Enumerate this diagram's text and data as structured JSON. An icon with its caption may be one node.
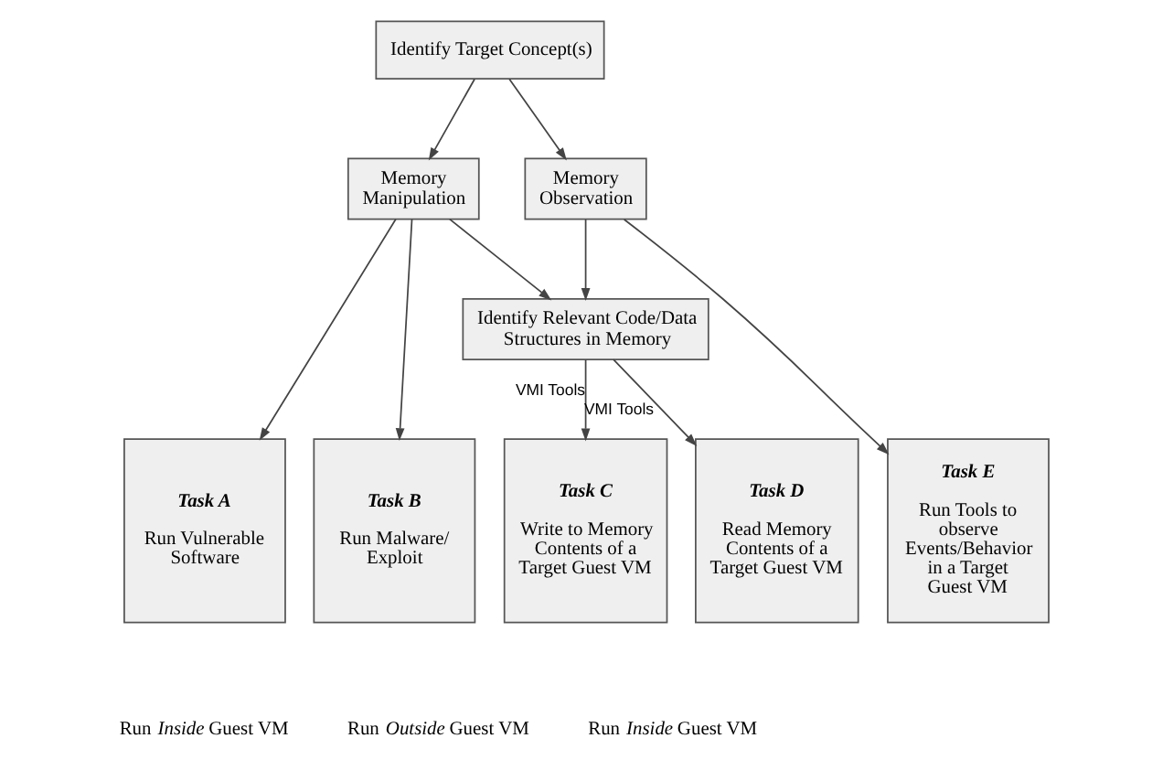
{
  "diagram": {
    "nodes": [
      {
        "text": [
          "Identify Target Concept(s)"
        ]
      },
      {
        "text": [
          "Memory Manipulation"
        ]
      },
      {
        "text": [
          "Memory Observation"
        ]
      },
      {
        "text": [
          "Identify Relevant Code/Data Structures in Memory"
        ]
      },
      {
        "text": [
          "Task A",
          "Run Vulnerable Software"
        ]
      },
      {
        "text": [
          "Task B",
          "Run Malware/ Exploit"
        ]
      },
      {
        "text": [
          "Task C",
          "Write to Memory Contents of a Target Guest VM"
        ]
      },
      {
        "text": [
          "Task D",
          "Read Memory Contents of a Target Guest VM"
        ]
      },
      {
        "text": [
          "Task E",
          "Run Tools to observe Events/Behavior in a Target Guest VM"
        ]
      }
    ],
    "edges": [
      {
        "from": 0,
        "to": 1,
        "arrow": "to"
      },
      {
        "from": 0,
        "to": 2,
        "arrow": "to"
      },
      {
        "from": 1,
        "to": 4,
        "arrow": "to"
      },
      {
        "from": 1,
        "to": 5,
        "arrow": "to"
      },
      {
        "from": 1,
        "to": 3,
        "arrow": "to"
      },
      {
        "from": 2,
        "to": 3,
        "arrow": "to"
      },
      {
        "from": 2,
        "to": 8,
        "arrow": "to"
      },
      {
        "from": 3,
        "to": 6,
        "label": "VMI Tools",
        "arrow": "to"
      },
      {
        "from": 3,
        "to": 7,
        "label": "VMI Tools",
        "arrow": "to"
      }
    ],
    "labels": [
      "Run *Inside* Guest VM",
      "Run *Outside* Guest VM",
      "Run *Inside* Guest VM"
    ]
  }
}
